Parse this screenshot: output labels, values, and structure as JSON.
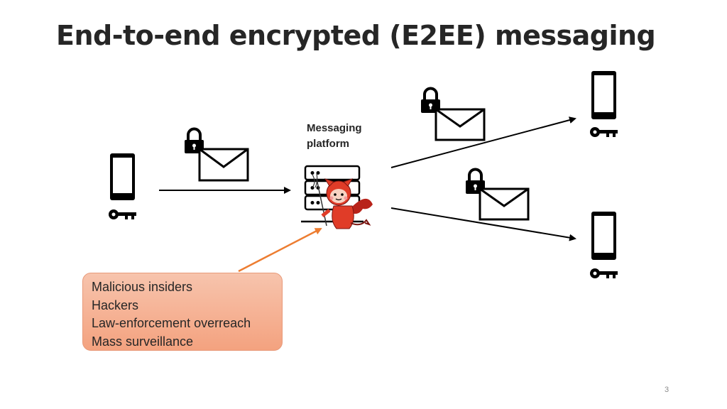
{
  "slide": {
    "title": "End-to-end encrypted (E2EE) messaging",
    "page_number": "3"
  },
  "platform": {
    "label_line1": "Messaging",
    "label_line2": "platform"
  },
  "threats": [
    "Malicious insiders",
    "Hackers",
    "Law-enforcement overreach",
    "Mass surveillance"
  ],
  "colors": {
    "threat_box_top": "#f7c4ad",
    "threat_box_bottom": "#f4a27f",
    "threat_arrow": "#ed7d31",
    "devil": "#e03c28",
    "icons": "#000000"
  },
  "icons": [
    "phone-icon",
    "key-icon",
    "lock-icon",
    "envelope-icon",
    "server-icon",
    "devil-icon"
  ]
}
